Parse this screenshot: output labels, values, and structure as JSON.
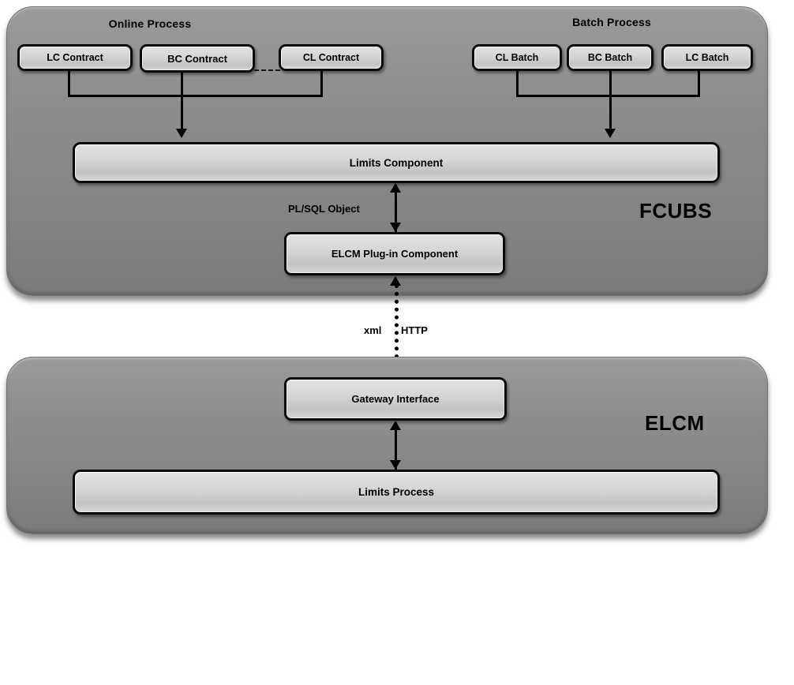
{
  "diagram": {
    "title_hidden": "",
    "colors": {
      "container_fill": "#8d8d8d",
      "node_fill": "#d6d6d6",
      "stroke": "#000000",
      "page_background": "#ffffff"
    },
    "containers": [
      {
        "id": "fcubs",
        "label": "FCUBS"
      },
      {
        "id": "elcm",
        "label": "ELCM"
      }
    ],
    "groups": [
      {
        "id": "online",
        "caption": "Online Process"
      },
      {
        "id": "batch",
        "caption": "Batch Process"
      }
    ],
    "nodes": {
      "lc_contract": "LC Contract",
      "bc_contract": "BC Contract",
      "cl_contract": "CL Contract",
      "cl_batch": "CL Batch",
      "bc_batch": "BC Batch",
      "lc_batch": "LC Batch",
      "limits_component": "Limits Component",
      "elcm_plugin": "ELCM Plug-in Component",
      "gateway_interface": "Gateway Interface",
      "limits_process": "Limits Process"
    },
    "edge_labels": {
      "plsql": "PL/SQL Object",
      "xml": "xml",
      "http": "HTTP"
    }
  }
}
